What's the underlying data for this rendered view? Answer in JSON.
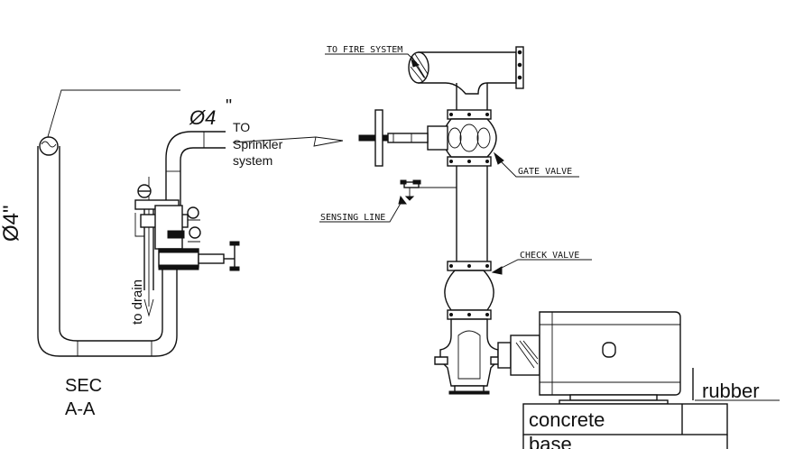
{
  "left_section": {
    "diameter_vertical": "Ø4\"",
    "diameter_top_symbol": "Ø4",
    "diameter_top_quote": "\"",
    "to_label": "TO",
    "sprinkler_label": "Sprinkler",
    "system_label": "system",
    "drain_label": "to drain",
    "section_line1": "SEC",
    "section_line2": "A-A"
  },
  "right_elevation": {
    "fire_system_label": "TO FIRE SYSTEM",
    "gate_valve_label": "GATE VALVE",
    "sensing_line_label": "SENSING LINE",
    "check_valve_label": "CHECK VALVE",
    "rubber_label": "rubber",
    "concrete_label": "concrete",
    "base_label": "base"
  }
}
